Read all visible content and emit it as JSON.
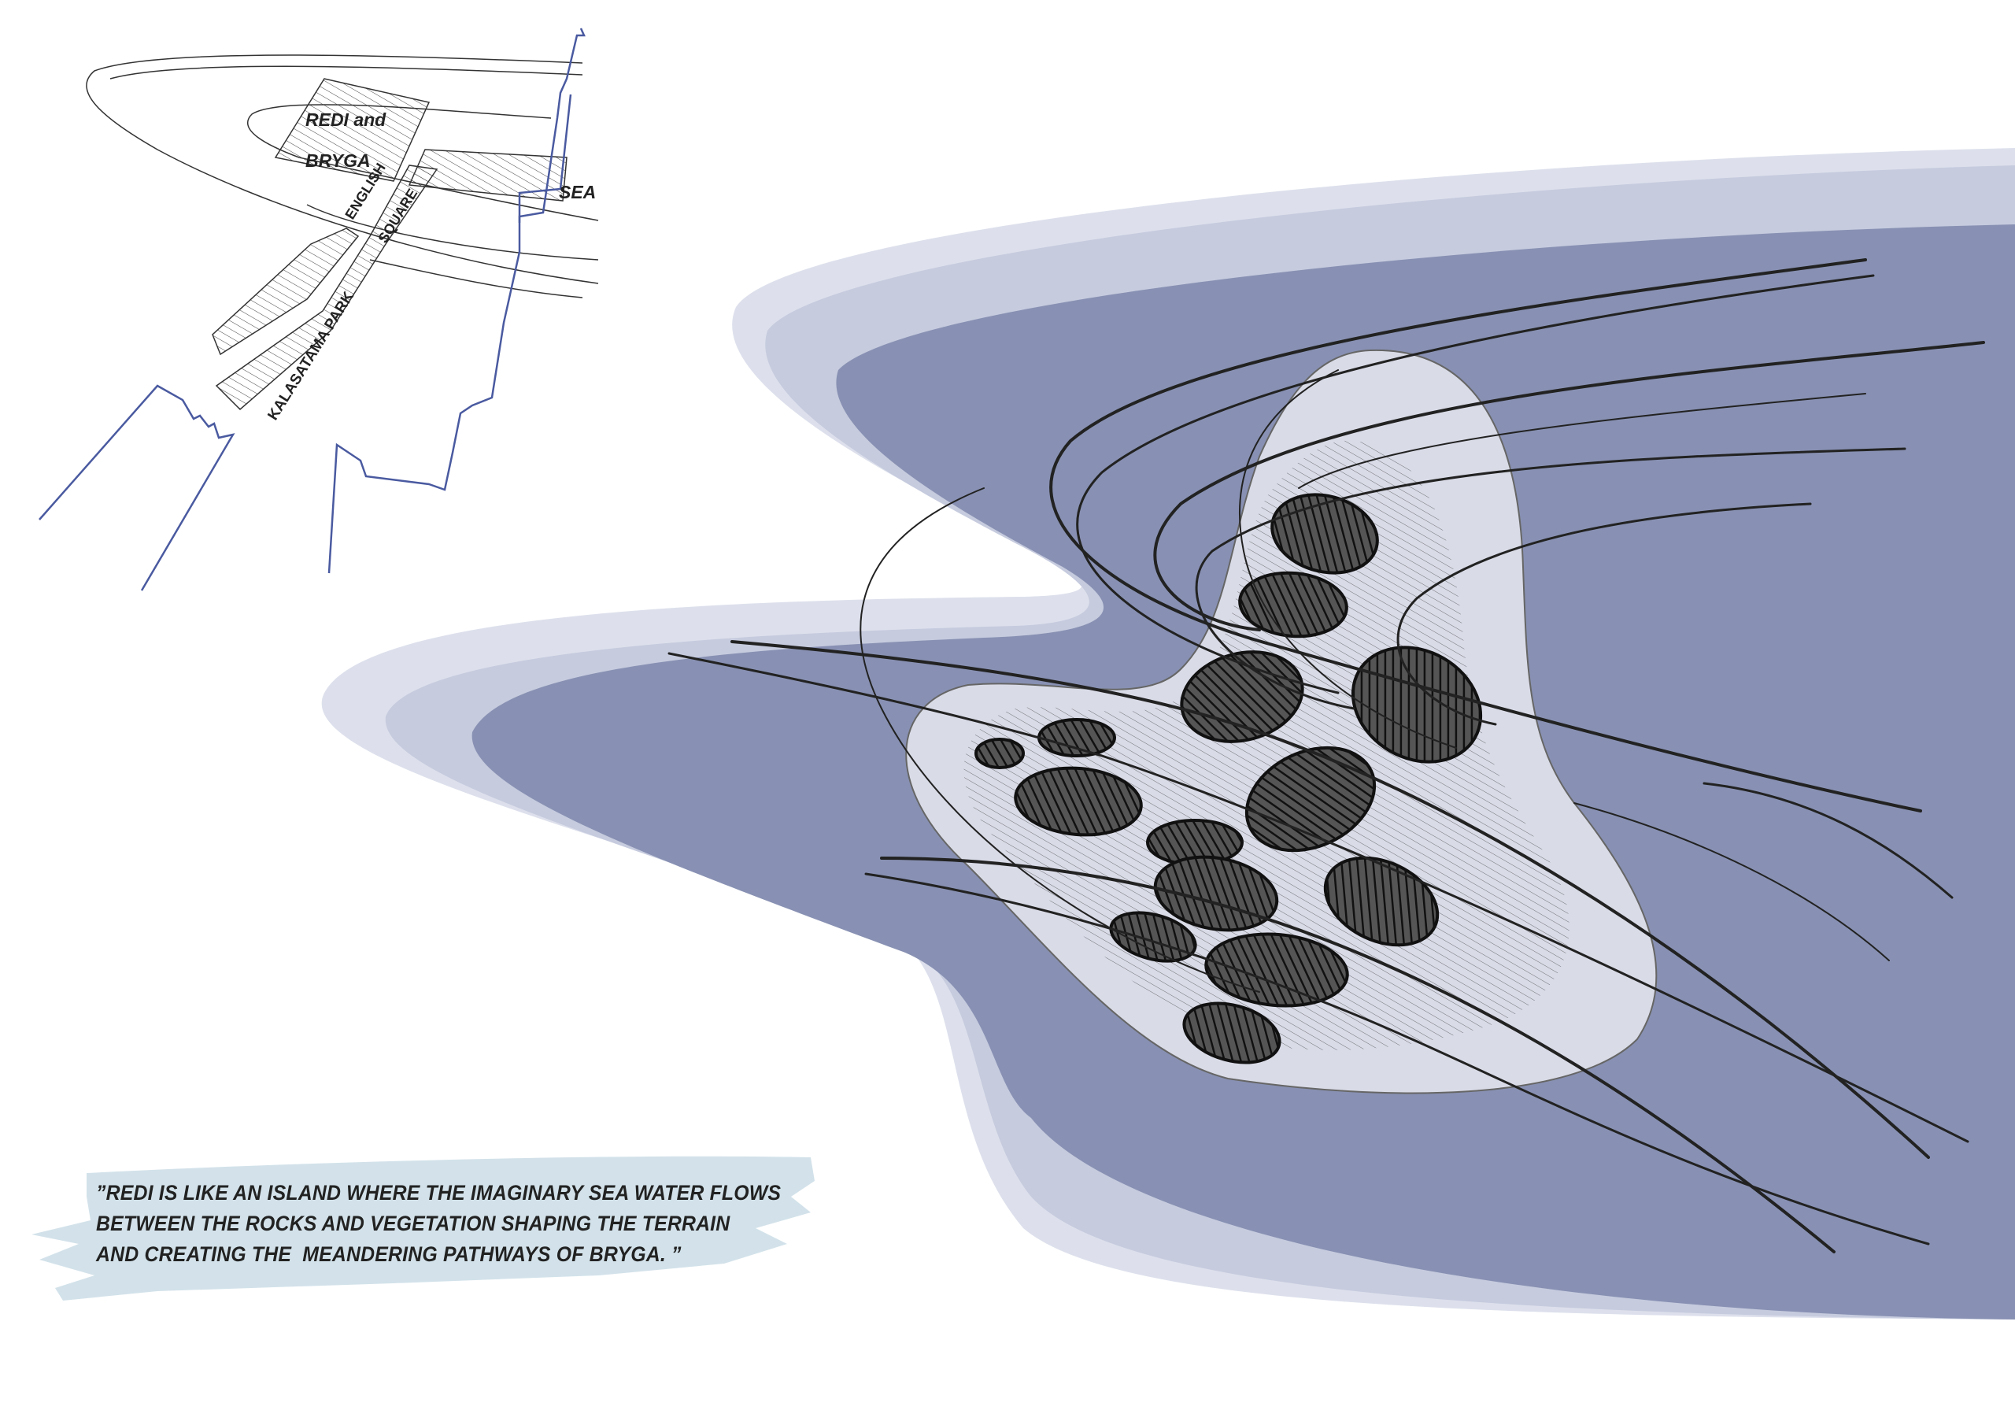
{
  "map": {
    "labels": {
      "redi_and": "REDI and",
      "bryga": "BRYGA",
      "sea": "SEA",
      "english": "ENGLISH",
      "square": "SQUARE",
      "park": "KALASATAMA PARK"
    },
    "line_color": "#4a5aa0"
  },
  "quote": {
    "lines": [
      "”REDI IS LIKE AN ISLAND WHERE THE IMAGINARY SEA WATER FLOWS",
      "BETWEEN THE ROCKS AND VEGETATION SHAPING THE TERRAIN",
      "AND CREATING THE  MEANDERING PATHWAYS OF BRYGA. ”"
    ],
    "brush_color": "#d3e2ea"
  },
  "colors": {
    "sea_outer": "#dde0ec",
    "sea_mid": "#c6cbde",
    "sea_dark": "#8891b3",
    "island": "#d9dbe7",
    "rock": "#2a2a2a"
  }
}
